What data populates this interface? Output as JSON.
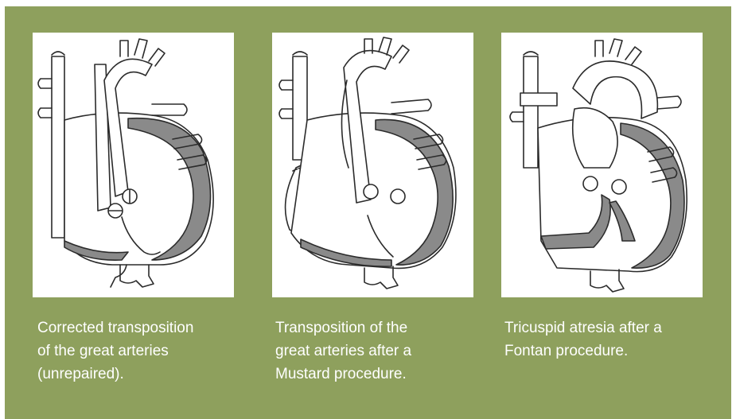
{
  "colors": {
    "panel_background": "#8ea05d",
    "frame_background": "#ffffff",
    "caption_text": "#ffffff",
    "line_art": "#2b2b2b",
    "shaded_wall": "#8a8a8a"
  },
  "figures": [
    {
      "icon": "heart-diagram-corrected-transposition",
      "caption": "Corrected transposition\nof the great arteries\n(unrepaired)."
    },
    {
      "icon": "heart-diagram-mustard-procedure",
      "caption": "Transposition of the\ngreat arteries after a\nMustard procedure."
    },
    {
      "icon": "heart-diagram-fontan-procedure",
      "caption": "Tricuspid atresia after a\nFontan procedure."
    }
  ]
}
